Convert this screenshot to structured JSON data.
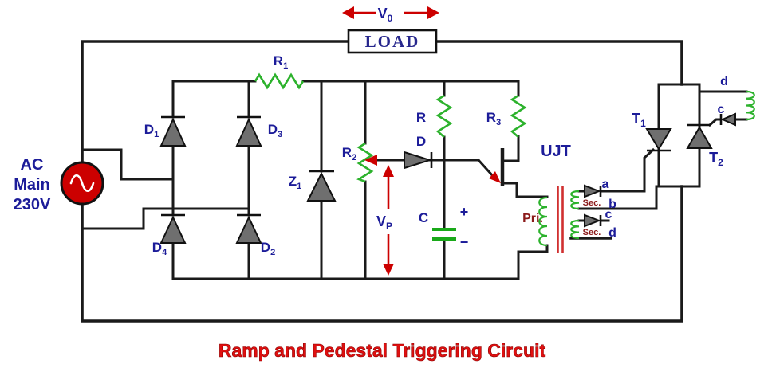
{
  "caption": "Ramp and Pedestal Triggering Circuit",
  "ac_source": {
    "line1": "AC",
    "line2": "Main",
    "line3": "230V"
  },
  "load": {
    "label": "LOAD"
  },
  "measurements": {
    "v_out": {
      "base": "V",
      "sub": "0"
    },
    "v_pedestal": {
      "base": "V",
      "sub": "P"
    }
  },
  "bridge": {
    "d1": {
      "base": "D",
      "sub": "1"
    },
    "d2": {
      "base": "D",
      "sub": "2"
    },
    "d3": {
      "base": "D",
      "sub": "3"
    },
    "d4": {
      "base": "D",
      "sub": "4"
    }
  },
  "components": {
    "r1": {
      "base": "R",
      "sub": "1"
    },
    "r2": {
      "base": "R",
      "sub": "2"
    },
    "r3": {
      "base": "R",
      "sub": "3"
    },
    "r": "R",
    "d": "D",
    "z1": {
      "base": "Z",
      "sub": "1"
    },
    "c": "C",
    "plus": "+",
    "minus": "−",
    "ujt": "UJT"
  },
  "transformer": {
    "primary_label": "Pri.",
    "secondary_upper": {
      "label": "Sec.",
      "terminal_top": "a",
      "terminal_bottom": "b"
    },
    "secondary_lower": {
      "label": "Sec.",
      "terminal_top": "c",
      "terminal_bottom": "d"
    }
  },
  "output_stage": {
    "t1": {
      "base": "T",
      "sub": "1"
    },
    "t2": {
      "base": "T",
      "sub": "2"
    },
    "gate_wire_d": "d",
    "gate_wire_c": "c"
  },
  "colors": {
    "wire": "#1a1a1a",
    "component_green": "#2cb22c",
    "diode_gray": "#6f6f6f",
    "label_navy": "#1c1c99",
    "maroon": "#8b1a1a",
    "source_red": "#cc0000",
    "caption_red": "#e01010",
    "core_red": "#d03030",
    "background": "#ffffff"
  }
}
